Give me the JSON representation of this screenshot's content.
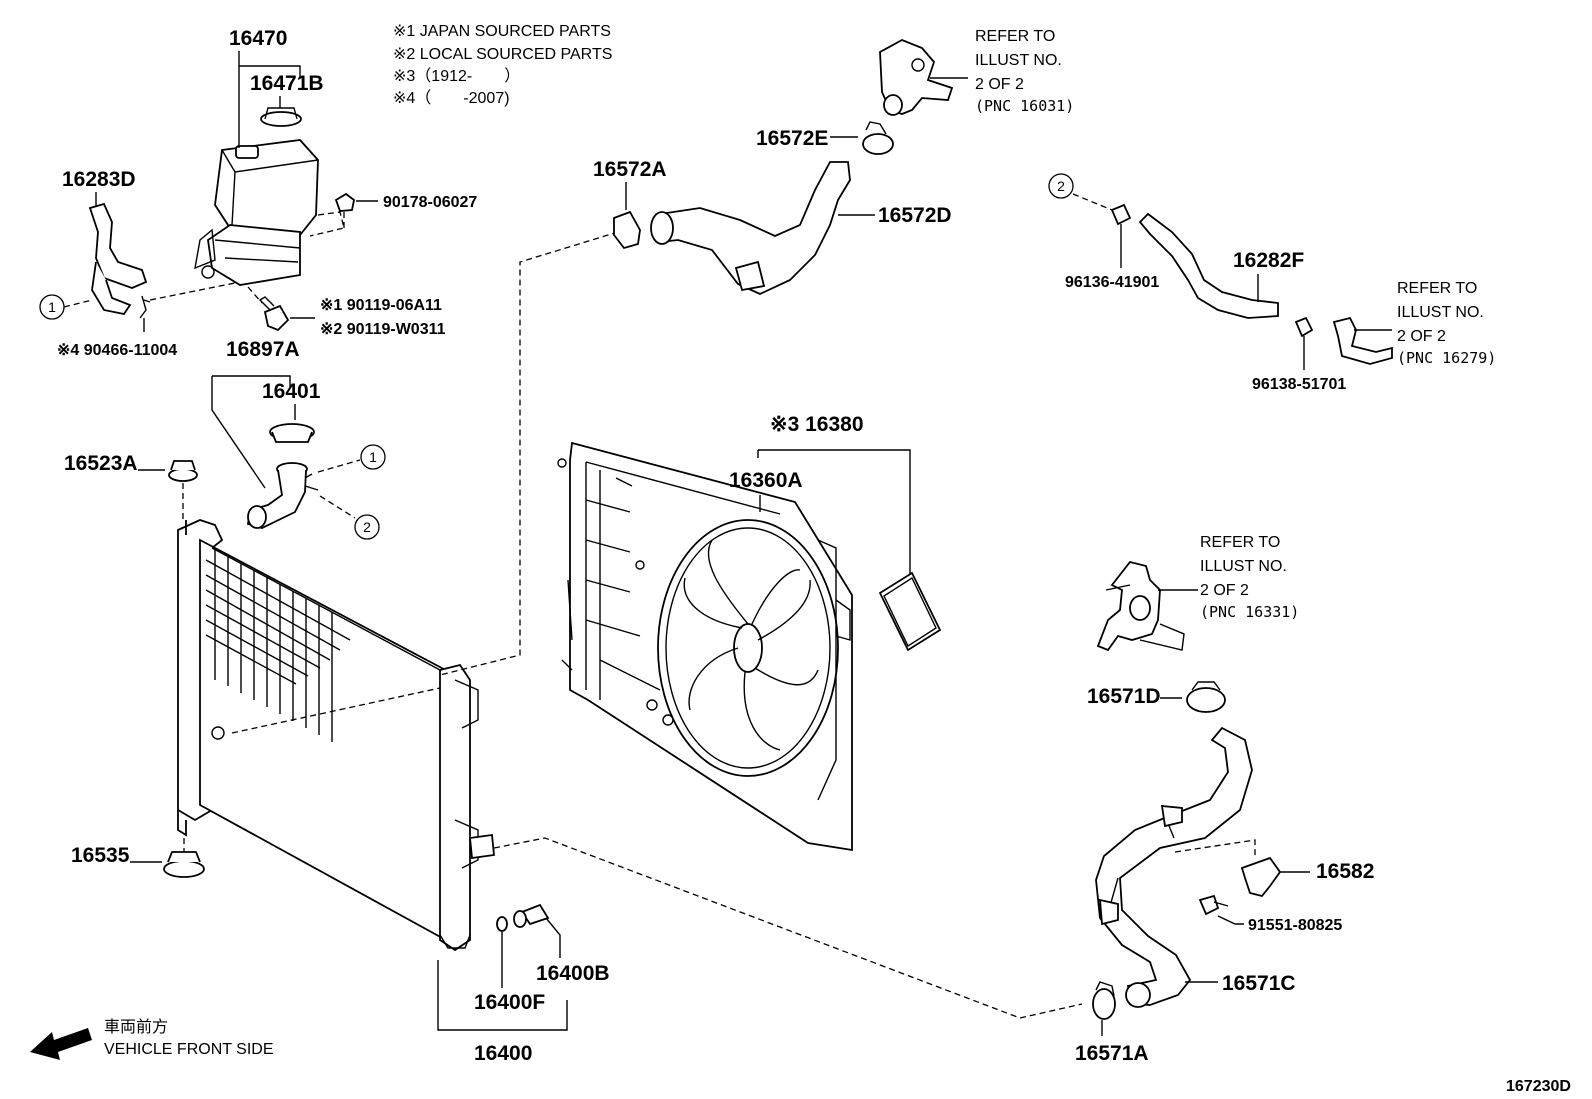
{
  "notes": {
    "n1": "※1 JAPAN SOURCED PARTS",
    "n2": "※2 LOCAL SOURCED PARTS",
    "n3": "※3（1912-　　）",
    "n4": "※4（　　-2007)"
  },
  "refs": {
    "r1": [
      "REFER TO",
      "ILLUST NO.",
      "2 OF 2",
      "(PNC 16031)"
    ],
    "r2": [
      "REFER TO",
      "ILLUST NO.",
      "2 OF 2",
      "(PNC 16279)"
    ],
    "r3": [
      "REFER TO",
      "ILLUST NO.",
      "2 OF 2",
      "(PNC 16331)"
    ]
  },
  "parts": {
    "p16470": "16470",
    "p16471B": "16471B",
    "p90178": "90178-06027",
    "p16283D": "16283D",
    "p90119a": "※1 90119-06A11",
    "p90119b": "※2 90119-W0311",
    "p90466": "※4 90466-11004",
    "p16897A": "16897A",
    "p16401": "16401",
    "p16523A": "16523A",
    "p16535": "16535",
    "p16572A": "16572A",
    "p16572E": "16572E",
    "p16572D": "16572D",
    "p16380": "※3 16380",
    "p16360A": "16360A",
    "p96136": "96136-41901",
    "p16282F": "16282F",
    "p96138": "96138-51701",
    "p16571D": "16571D",
    "p16582": "16582",
    "p91551": "91551-80825",
    "p16571C": "16571C",
    "p16571A": "16571A",
    "p16400B": "16400B",
    "p16400F": "16400F",
    "p16400": "16400"
  },
  "markers": {
    "m1": "1",
    "m2": "2"
  },
  "front": {
    "jp": "車両前方",
    "en": "VEHICLE FRONT SIDE"
  },
  "diagram_id": "167230D"
}
